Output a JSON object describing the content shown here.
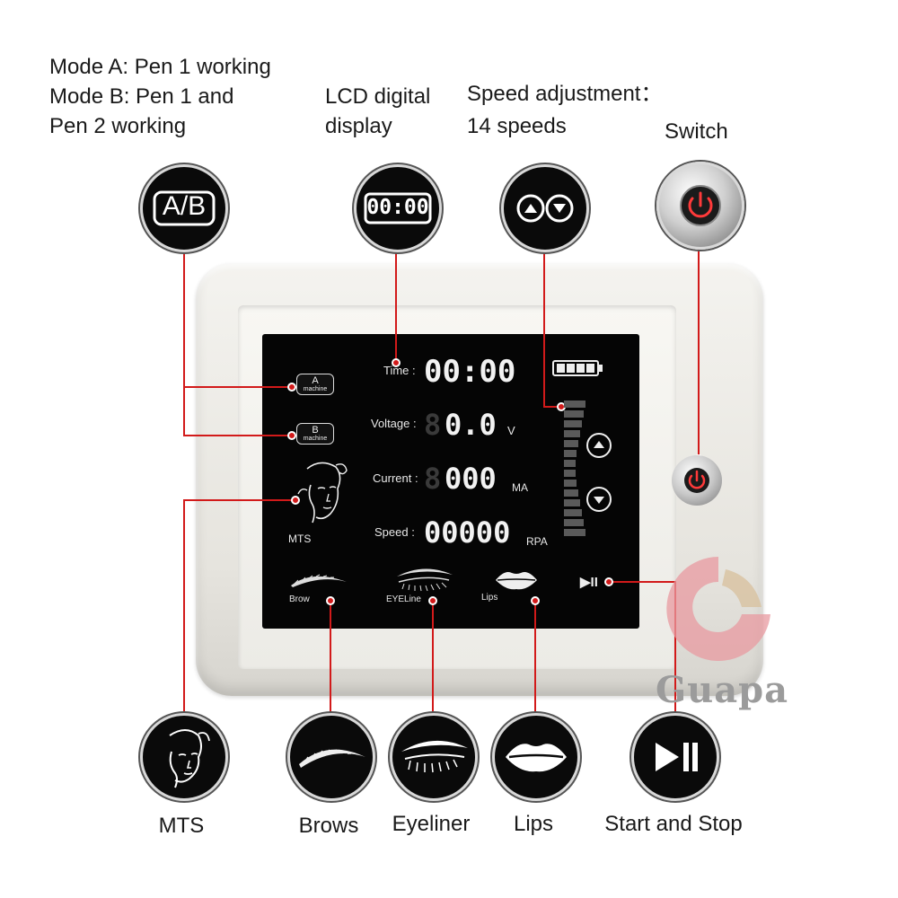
{
  "captions": {
    "mode_a": "Mode A: Pen 1 working",
    "mode_b_line1": "Mode B: Pen 1 and",
    "mode_b_line2": "Pen 2 working",
    "lcd_line1": "LCD digital",
    "lcd_line2": "display",
    "speed_line1": "Speed adjustment：",
    "speed_line2": "14 speeds",
    "switch": "Switch"
  },
  "top_icons": {
    "ab": "A/B",
    "lcd": "00:00"
  },
  "lcd": {
    "time_label": "Time :",
    "time_value": "00:00",
    "voltage_label": "Voltage :",
    "voltage_dim": "8",
    "voltage_value": "0.0",
    "voltage_unit": "V",
    "current_label": "Current :",
    "current_dim": "8",
    "current_value": "000",
    "current_unit": "MA",
    "speed_label": "Speed :",
    "speed_value": "00000",
    "speed_unit": "RPA",
    "mode_a_big": "A",
    "mode_a_small": "machine",
    "mode_b_big": "B",
    "mode_b_small": "machine",
    "mts_label": "MTS",
    "brow_label": "Brow",
    "eyeline_label": "EYELine",
    "lips_label": "Lips",
    "play_pause": "▶II",
    "battery_level": 1.0
  },
  "bottom_labels": {
    "mts": "MTS",
    "brows": "Brows",
    "eyeliner": "Eyeliner",
    "lips": "Lips",
    "start_stop": "Start and Stop"
  },
  "watermark": "Guapa",
  "colors": {
    "accent_red": "#d21a1a",
    "screen_black": "#050505",
    "device_shell": "#eceae5"
  }
}
